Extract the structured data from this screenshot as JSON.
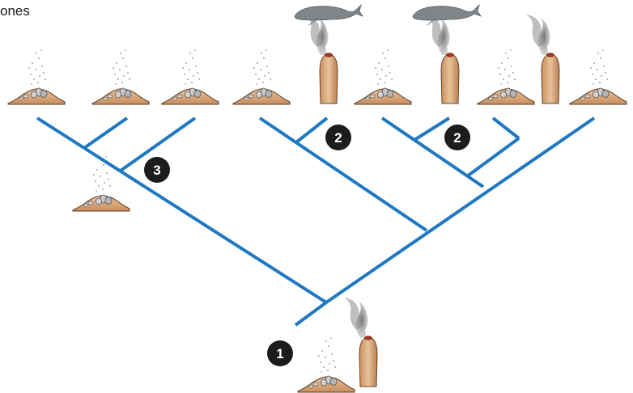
{
  "caption": "ones",
  "badges": [
    "1",
    "2",
    "2",
    "3"
  ],
  "colors": {
    "branch": "#1f78c1",
    "badge": "#1c1c1c",
    "mound": "#d9a77a",
    "chimney": "#d4a072",
    "smoke": "#6e6e6e",
    "whale": "#7d8386"
  },
  "icons": [
    "seep-mound-icon",
    "hydrothermal-vent-icon",
    "whale-icon"
  ]
}
